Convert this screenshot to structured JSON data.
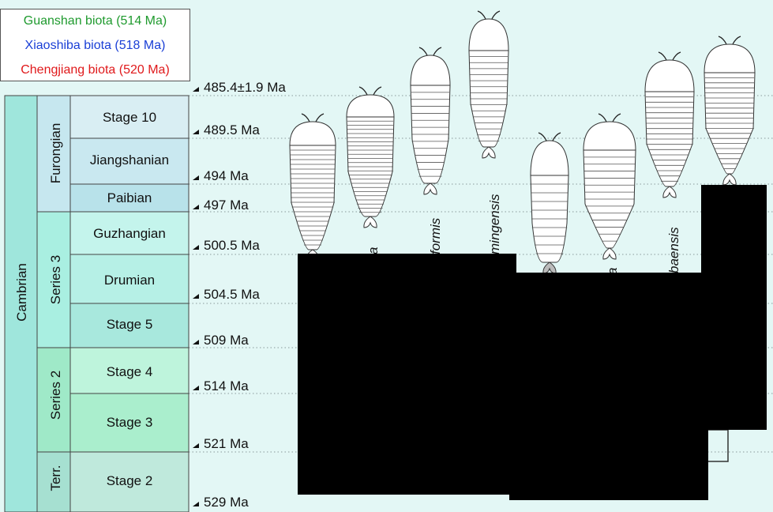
{
  "legend": {
    "guanshan": {
      "label": "Guanshan biota (514 Ma)",
      "color": "#1f9a2e"
    },
    "xiaoshiba": {
      "label": "Xiaoshiba biota (518 Ma)",
      "color": "#1a3fd6"
    },
    "chengjiang": {
      "label": "Chengjiang biota (520 Ma)",
      "color": "#e0191b"
    }
  },
  "system": "Cambrian",
  "series": [
    "Furongian",
    "Series 3",
    "Series 2",
    "Terr."
  ],
  "stages": [
    "Stage 10",
    "Jiangshanian",
    "Paibian",
    "Guzhangian",
    "Drumian",
    "Stage 5",
    "Stage 4",
    "Stage 3",
    "Stage 2"
  ],
  "ages": [
    "485.4±1.9 Ma",
    "489.5 Ma",
    "494 Ma",
    "497 Ma",
    "500.5 Ma",
    "504.5 Ma",
    "509 Ma",
    "514 Ma",
    "521 Ma",
    "529 Ma"
  ],
  "species_fragments": [
    "a",
    "formis",
    "mingensis",
    "a",
    "baensis"
  ],
  "colors": {
    "background": "#e3f7f5",
    "system": "#9fe6dc",
    "furongian": "#c6e7ef",
    "series3": "#a9efe1",
    "series2": "#9fe9c8",
    "terreneuvian": "#a6e0d1",
    "stage10": "#d9eef3",
    "jiangshanian": "#c9e8f0",
    "paibian": "#b8e2ea",
    "guzhangian": "#c4f4ec",
    "drumian": "#b6f0e6",
    "stage5": "#a8e8dd",
    "stage4": "#bef4dc",
    "stage3": "#aaeecd",
    "stage2": "#bfe9dc",
    "redaction": "#000000"
  }
}
